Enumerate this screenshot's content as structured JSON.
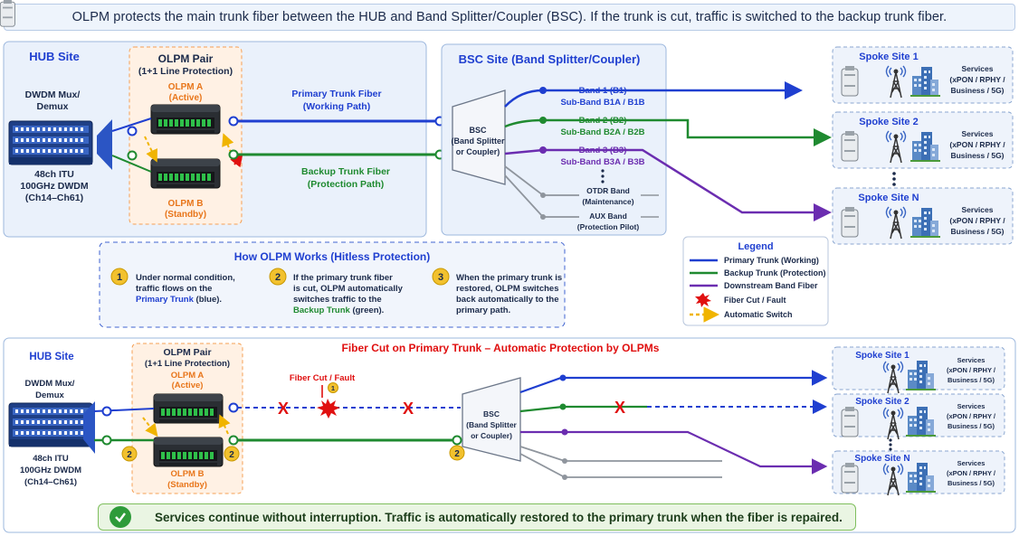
{
  "header": {
    "text": "OLPM protects the main trunk fiber between the HUB and Band Splitter/Coupler (BSC). If the trunk is cut, traffic is switched to the backup trunk fiber."
  },
  "colors": {
    "primary": "#1f3fd0",
    "backup": "#1f8a30",
    "downstream": "#6b2db0",
    "fault": "#e01010",
    "switch": "#f0b400",
    "panel_blue": "#eaf1fb",
    "panel_orange": "#fff1e4"
  },
  "top": {
    "hub": {
      "title": "HUB Site",
      "mux_label_1": "DWDM Mux/",
      "mux_label_2": "Demux",
      "spec_1": "48ch ITU",
      "spec_2": "100GHz DWDM",
      "spec_3": "(Ch14–Ch61)"
    },
    "olpm": {
      "title": "OLPM Pair",
      "subtitle": "(1+1 Line Protection)",
      "a_label": "OLPM A",
      "a_state": "(Active)",
      "b_label": "OLPM B",
      "b_state": "(Standby)"
    },
    "primary_fiber_1": "Primary Trunk Fiber",
    "primary_fiber_2": "(Working Path)",
    "backup_fiber_1": "Backup Trunk Fiber",
    "backup_fiber_2": "(Protection Path)",
    "bsc_site": {
      "title": "BSC Site (Band Splitter/Coupler)",
      "bsc_1": "BSC",
      "bsc_2": "(Band Splitter",
      "bsc_3": "or Coupler)",
      "band1_a": "Band 1 (B1)",
      "band1_b": "Sub-Band B1A / B1B",
      "band2_a": "Band 2 (B2)",
      "band2_b": "Sub-Band B2A / B2B",
      "band3_a": "Band 3 (B3)",
      "band3_b": "Sub-Band B3A / B3B",
      "otdr_a": "OTDR Band",
      "otdr_b": "(Maintenance)",
      "aux_a": "AUX Band",
      "aux_b": "(Protection Pilot)"
    },
    "spokes": [
      {
        "title": "Spoke Site 1",
        "services_1": "Services",
        "services_2": "(xPON / RPHY /",
        "services_3": "Business / 5G)"
      },
      {
        "title": "Spoke Site 2",
        "services_1": "Services",
        "services_2": "(xPON / RPHY /",
        "services_3": "Business / 5G)"
      },
      {
        "title": "Spoke Site N",
        "services_1": "Services",
        "services_2": "(xPON / RPHY /",
        "services_3": "Business / 5G)"
      }
    ]
  },
  "how": {
    "title": "How OLPM Works (Hitless Protection)",
    "step1": {
      "num": "1",
      "line1": "Under normal condition,",
      "line2": "traffic flows on the",
      "link": "Primary Trunk",
      "line3_rest": " (blue)."
    },
    "step2": {
      "num": "2",
      "line1": "If the primary trunk fiber",
      "line2": "is cut, OLPM automatically",
      "line3": "switches traffic to the",
      "link": "Backup Trunk",
      "line4_rest": " (green)."
    },
    "step3": {
      "num": "3",
      "line1": "When the primary trunk is",
      "line2": "restored, OLPM switches",
      "line3": "back automatically to the",
      "line4": "primary path."
    }
  },
  "legend": {
    "title": "Legend",
    "items": [
      "Primary Trunk (Working)",
      "Backup Trunk (Protection)",
      "Downstream Band Fiber",
      "Fiber Cut / Fault",
      "Automatic Switch"
    ]
  },
  "bottom": {
    "hub": {
      "title": "HUB Site",
      "mux_label_1": "DWDM Mux/",
      "mux_label_2": "Demux",
      "spec_1": "48ch ITU",
      "spec_2": "100GHz DWDM",
      "spec_3": "(Ch14–Ch61)"
    },
    "olpm": {
      "title": "OLPM Pair",
      "subtitle": "(1+1 Line Protection)",
      "a_label": "OLPM A",
      "a_state": "(Active)",
      "b_label": "OLPM B",
      "b_state": "(Standby)"
    },
    "title": "Fiber Cut on Primary Trunk – Automatic Protection by OLPMs",
    "fault_label": "Fiber Cut / Fault",
    "fault_num": "1",
    "switch_num": "2",
    "x_mark": "X",
    "bsc_1": "BSC",
    "bsc_2": "(Band Splitter",
    "bsc_3": "or Coupler)",
    "spokes": [
      {
        "title": "Spoke Site 1",
        "services_1": "Services",
        "services_2": "(xPON / RPHY /",
        "services_3": "Business / 5G)"
      },
      {
        "title": "Spoke Site 2",
        "services_1": "Services",
        "services_2": "(xPON / RPHY /",
        "services_3": "Business / 5G)"
      },
      {
        "title": "Spoke Site N",
        "services_1": "Services",
        "services_2": "(xPON / RPHY /",
        "services_3": "Business / 5G)"
      }
    ]
  },
  "footer": {
    "text": "Services continue without interruption. Traffic is automatically restored to the primary trunk when the fiber is repaired."
  },
  "icons": [
    "check-icon",
    "mux-icon",
    "olpm-device-icon",
    "cabinet-icon",
    "tower-icon",
    "building-icon",
    "fault-starburst-icon",
    "bsc-splitter-icon"
  ]
}
